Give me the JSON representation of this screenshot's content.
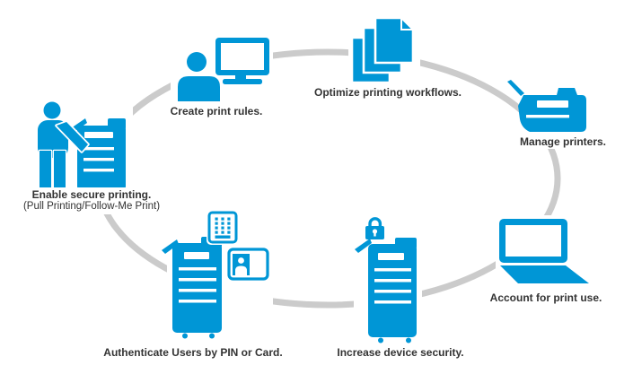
{
  "colors": {
    "accent": "#0096d6",
    "arc": "#cbcbcb",
    "text": "#333333",
    "background": "#ffffff"
  },
  "diagram": {
    "type": "circular-workflow",
    "steps": [
      {
        "id": "enable-secure-printing",
        "label": "Enable secure printing.",
        "sublabel": "(Pull Printing/Follow-Me Print)",
        "icon": "person-with-printer-icon"
      },
      {
        "id": "create-print-rules",
        "label": "Create print rules.",
        "icon": "person-at-computer-icon"
      },
      {
        "id": "optimize-printing-workflows",
        "label": "Optimize printing workflows.",
        "icon": "document-stack-icon"
      },
      {
        "id": "manage-printers",
        "label": "Manage printers.",
        "icon": "desktop-printer-icon"
      },
      {
        "id": "account-for-print-use",
        "label": "Account for print use.",
        "icon": "laptop-icon"
      },
      {
        "id": "increase-device-security",
        "label": "Increase device security.",
        "icon": "printer-with-padlock-icon"
      },
      {
        "id": "authenticate-users",
        "label": "Authenticate Users by PIN or Card.",
        "icon": "printer-with-pin-pad-and-card-icon"
      }
    ]
  }
}
